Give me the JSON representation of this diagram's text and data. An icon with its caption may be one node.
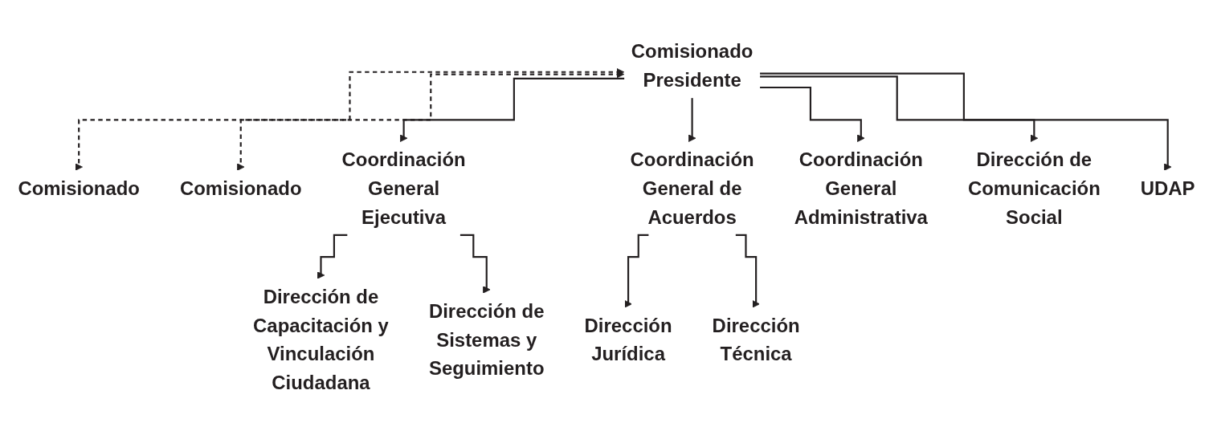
{
  "diagram": {
    "nodes": [
      {
        "text": [
          "Comisionado"
        ]
      },
      {
        "text": [
          "Comisionado Presidente"
        ]
      },
      {
        "text": [
          "Comisionado"
        ]
      },
      {
        "text": [
          "Coordinación General Ejecutiva"
        ]
      },
      {
        "text": [
          "Coordinación General de Acuerdos"
        ]
      },
      {
        "text": [
          "Coordinación General Administrativa"
        ]
      },
      {
        "text": [
          "Dirección de Capacitación y Vinculación Ciudadana"
        ]
      },
      {
        "text": [
          "Dirección de Sistemas y Seguimiento"
        ]
      },
      {
        "text": [
          "Dirección Jurídica"
        ]
      },
      {
        "text": [
          "Dirección Técnica"
        ]
      },
      {
        "text": [
          "Dirección de Comunicación Social"
        ]
      },
      {
        "text": [
          "UDAP"
        ]
      }
    ],
    "edges": [
      {
        "from": 1,
        "to": 0,
        "arrow": "both",
        "style": "dashed"
      },
      {
        "from": 1,
        "to": 2,
        "arrow": "both",
        "style": "dashed"
      },
      {
        "from": 1,
        "to": 3,
        "arrow": "to"
      },
      {
        "from": 1,
        "to": 4,
        "arrow": "to"
      },
      {
        "from": 1,
        "to": 5,
        "arrow": "to"
      },
      {
        "from": 1,
        "to": 10,
        "arrow": "to"
      },
      {
        "from": 1,
        "to": 11,
        "arrow": "to"
      },
      {
        "from": 3,
        "to": 6,
        "arrow": "to"
      },
      {
        "from": 3,
        "to": 7,
        "arrow": "to"
      },
      {
        "from": 4,
        "to": 8,
        "arrow": "to"
      },
      {
        "from": 4,
        "to": 9,
        "arrow": "to"
      }
    ]
  }
}
